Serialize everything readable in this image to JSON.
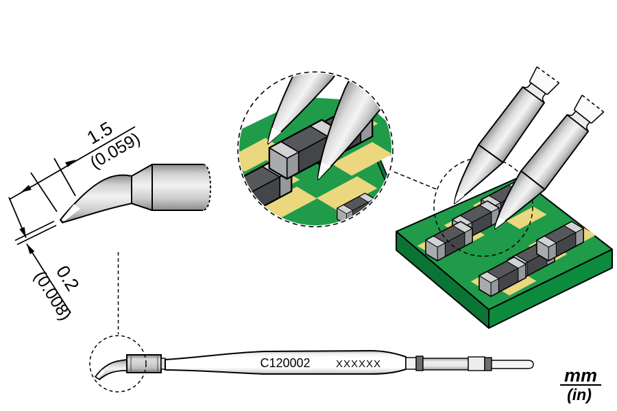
{
  "diagram": {
    "type": "soldering-cartridge-technical-drawing",
    "tip_detail": {
      "length_dimension": {
        "mm": "1.5",
        "inch": "(0.059)"
      },
      "diameter_dimension": {
        "mm": "0.2",
        "inch": "(0.008)"
      }
    },
    "cartridge": {
      "model": "C120002",
      "marking": "XXXXXX"
    },
    "units_legend": {
      "metric": "mm",
      "imperial": "(in)"
    },
    "colors": {
      "pcb_top": "#1F9B4A",
      "pcb_side_left": "#0A7434",
      "pcb_side_right": "#0C8A3E",
      "solder_pad": "#EBD77E",
      "chip_body_top": "#55575A",
      "chip_body_front": "#434548",
      "chip_cap_top": "#D2D3D5",
      "chip_cap_front": "#96989B",
      "chip_cap_end": "#A9ABAE",
      "metal_light": "#F2F2F2",
      "metal_dark": "#8C8C8C",
      "outline": "#000000"
    }
  }
}
